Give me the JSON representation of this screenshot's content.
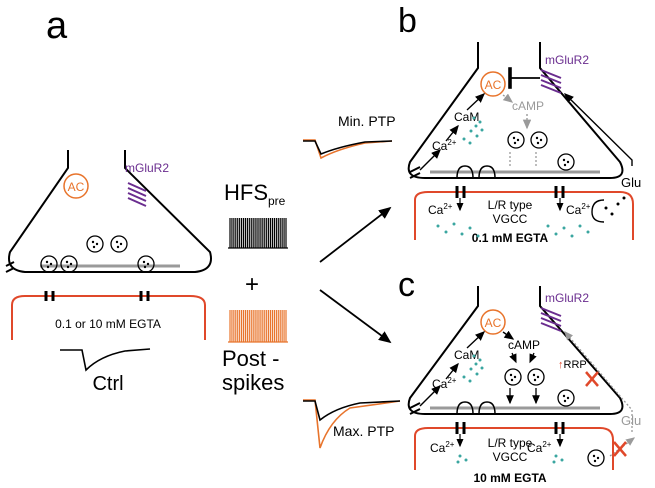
{
  "panels": {
    "a": {
      "letter": "a",
      "ac_label": "AC",
      "receptor_label": "mGluR2",
      "egta_label": "0.1 or 10 mM EGTA",
      "trace_label": "Ctrl"
    },
    "b": {
      "letter": "b",
      "ac_label": "AC",
      "receptor_label": "mGluR2",
      "camp_label": "cAMP",
      "cam_label": "CaM",
      "ca_label": "Ca",
      "ca_sup": "2+",
      "channel_label_1": "L/R type",
      "channel_label_2": "VGCC",
      "glu_label": "Glu",
      "egta_label": "0.1 mM EGTA",
      "ptp_label": "Min. PTP"
    },
    "c": {
      "letter": "c",
      "ac_label": "AC",
      "receptor_label": "mGluR2",
      "camp_label": "cAMP",
      "cam_label": "CaM",
      "ca_label": "Ca",
      "ca_sup": "2+",
      "rrp_label": "RRP",
      "channel_label_1": "L/R type",
      "channel_label_2": "VGCC",
      "glu_label": "Glu",
      "egta_label": "10 mM EGTA",
      "ptp_label": "Max. PTP"
    }
  },
  "middle": {
    "hfs_label": "HFS",
    "hfs_sub": "pre",
    "plus": "+",
    "post_label_1": "Post -",
    "post_label_2": "spikes"
  },
  "colors": {
    "ac": "#e8742c",
    "receptor": "#6a2d8f",
    "membrane_red": "#e0482a",
    "calcium": "#3aa6a0",
    "camp_gray": "#9a9a9a",
    "trace_orange": "#e8742c",
    "block_red": "#e0482a"
  }
}
